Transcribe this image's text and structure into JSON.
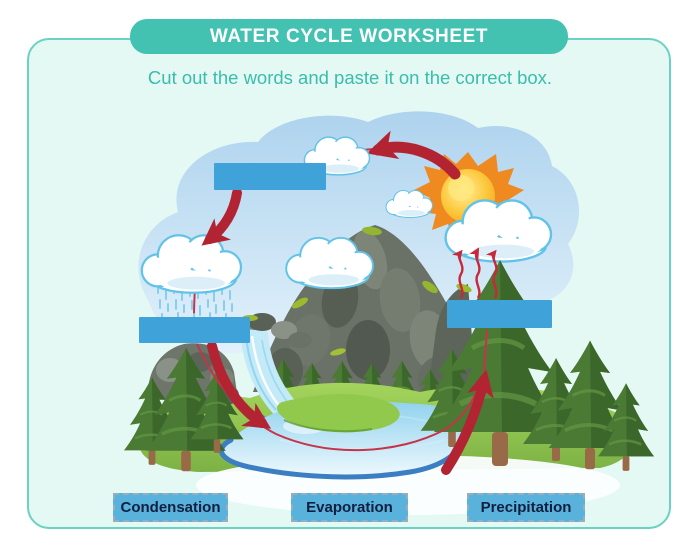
{
  "header": {
    "title": "WATER CYCLE WORKSHEET",
    "subtitle": "Cut out the words and paste it on the correct box."
  },
  "worksheet": {
    "blank_boxes": [
      {
        "id": "blank-box-top",
        "position": "top-center",
        "value": ""
      },
      {
        "id": "blank-box-left",
        "position": "middle-left",
        "value": ""
      },
      {
        "id": "blank-box-right",
        "position": "middle-right",
        "value": ""
      }
    ],
    "word_cards": [
      {
        "label": "Condensation"
      },
      {
        "label": "Evaporation"
      },
      {
        "label": "Precipitation"
      }
    ]
  },
  "scene": {
    "elements": [
      "sun",
      "clouds",
      "rain-cloud",
      "mountain",
      "waterfall",
      "pine-trees",
      "lake",
      "red-cycle-arrows"
    ]
  },
  "colors": {
    "banner_teal": "#43c2b2",
    "card_background": "#e4f9f4",
    "card_border": "#6ad2c2",
    "subtitle_teal": "#3abdab",
    "blank_box_blue": "#3fa2d8",
    "word_card_blue": "#58b2dc",
    "word_text_navy": "#111f3f",
    "arrow_red": "#b32433"
  }
}
